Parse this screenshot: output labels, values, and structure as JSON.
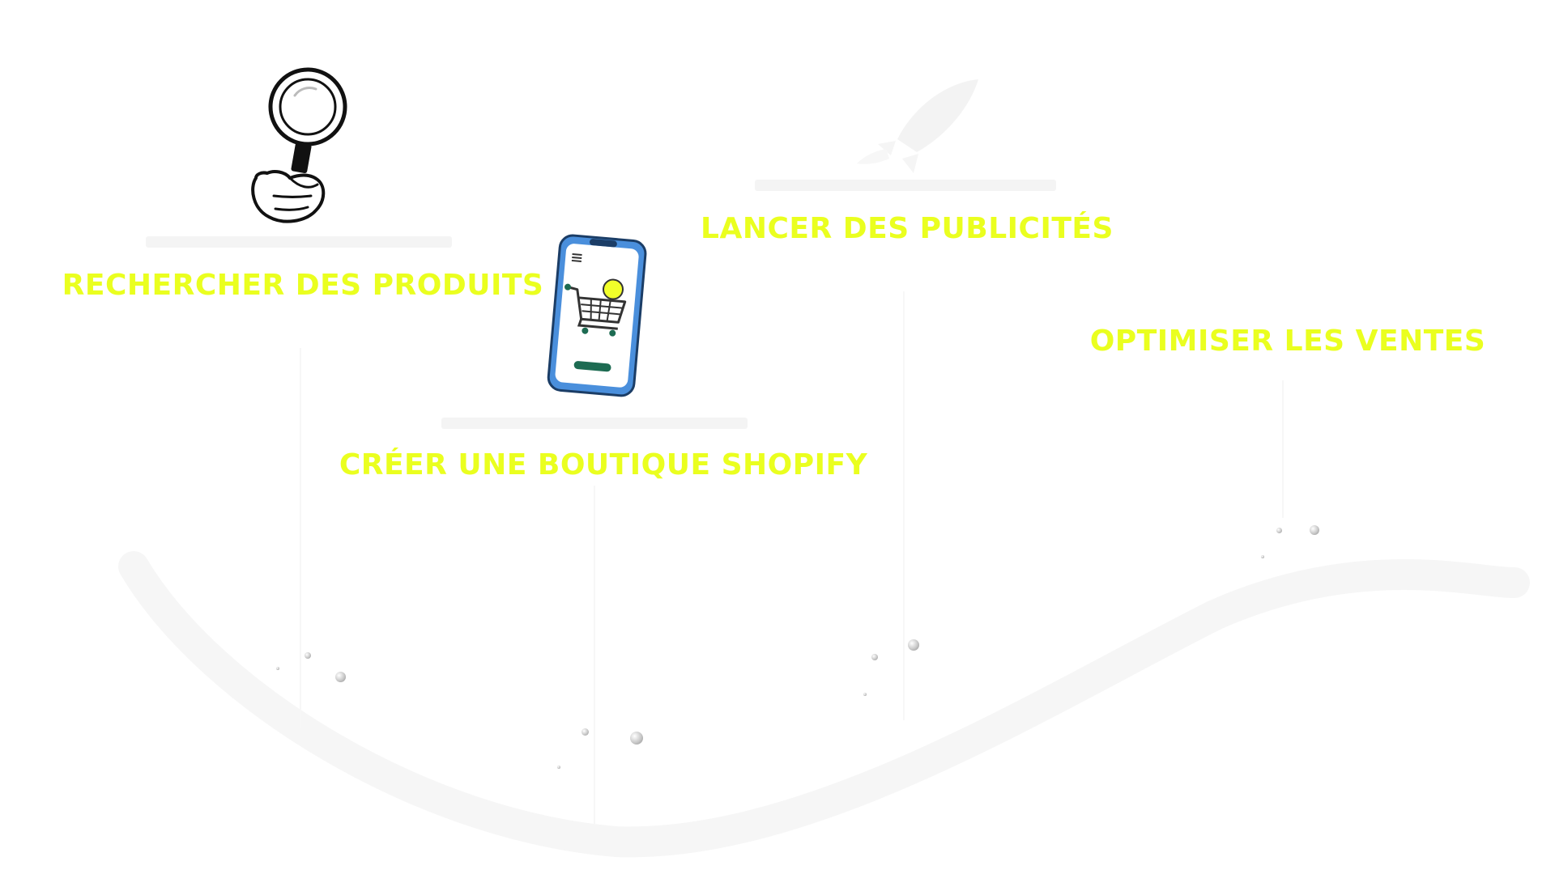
{
  "steps": [
    {
      "id": "research",
      "label": "RECHERCHER DES PRODUITS",
      "icon": "magnifying-glass-hand-icon"
    },
    {
      "id": "store",
      "label": "CRÉER UNE BOUTIQUE SHOPIFY",
      "icon": "smartphone-cart-icon"
    },
    {
      "id": "ads",
      "label": "LANCER DES PUBLICITÉS",
      "icon": "rocket-icon"
    },
    {
      "id": "optimize",
      "label": "OPTIMISER LES VENTES",
      "icon": "none"
    }
  ],
  "colors": {
    "label": "#eaff1f",
    "background": "#ffffff",
    "phone_frame": "#4a8fdc",
    "phone_button": "#1d6b52",
    "coin": "#f2ff2a"
  }
}
